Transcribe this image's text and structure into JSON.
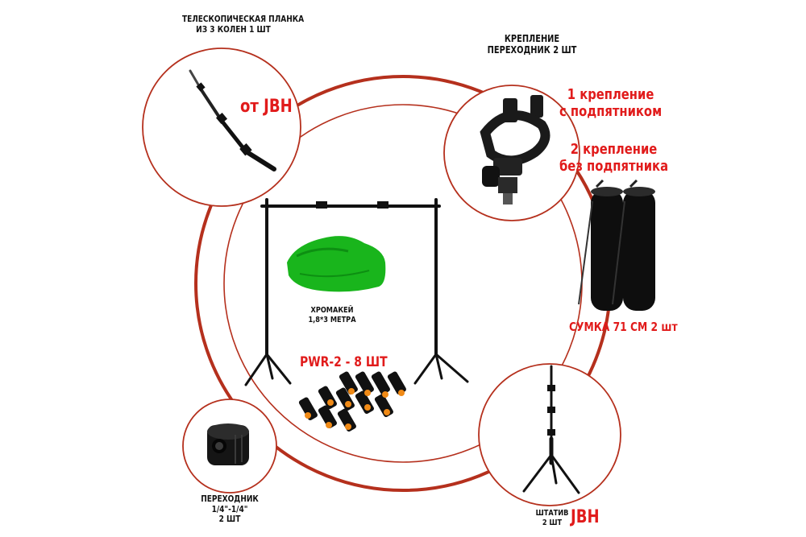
{
  "colors": {
    "ring": "#b5301d",
    "accent_red": "#e11b1b",
    "text": "#111111",
    "chroma_green": "#19b51c"
  },
  "labels": {
    "telescopic_bar": [
      "ТЕЛЕСКОПИЧЕСКАЯ ПЛАНКА",
      "ИЗ 3 КОЛЕН 1 ШТ"
    ],
    "from_brand": "от JBH",
    "mount_adapter": [
      "КРЕПЛЕНИЕ",
      "ПЕРЕХОДНИК 2 ШТ"
    ],
    "mount_with_spigot": [
      "1 крепление",
      "с подпятником"
    ],
    "mount_without_spigot": [
      "2 крепление",
      "без подпятника"
    ],
    "chromakey": [
      "ХРОМАКЕЙ",
      "1,8*3 МЕТРА"
    ],
    "clamps": "PWR-2 - 8 ШТ",
    "bag": "СУМКА 71 СМ 2 шт",
    "adapter": [
      "ПЕРЕХОДНИК",
      "1/4\"-1/4\"",
      "2 ШТ"
    ],
    "tripod_word": "ШТАТИВ",
    "tripod_qty": "2 ШТ",
    "tripod_brand": "JBH"
  },
  "icons": [
    "telescopic-bar-icon",
    "mount-clamp-icon",
    "carry-bag-icon",
    "light-stand-icon",
    "thread-adapter-icon",
    "backdrop-stand-icon",
    "green-fabric-icon",
    "spring-clamp-icon"
  ]
}
